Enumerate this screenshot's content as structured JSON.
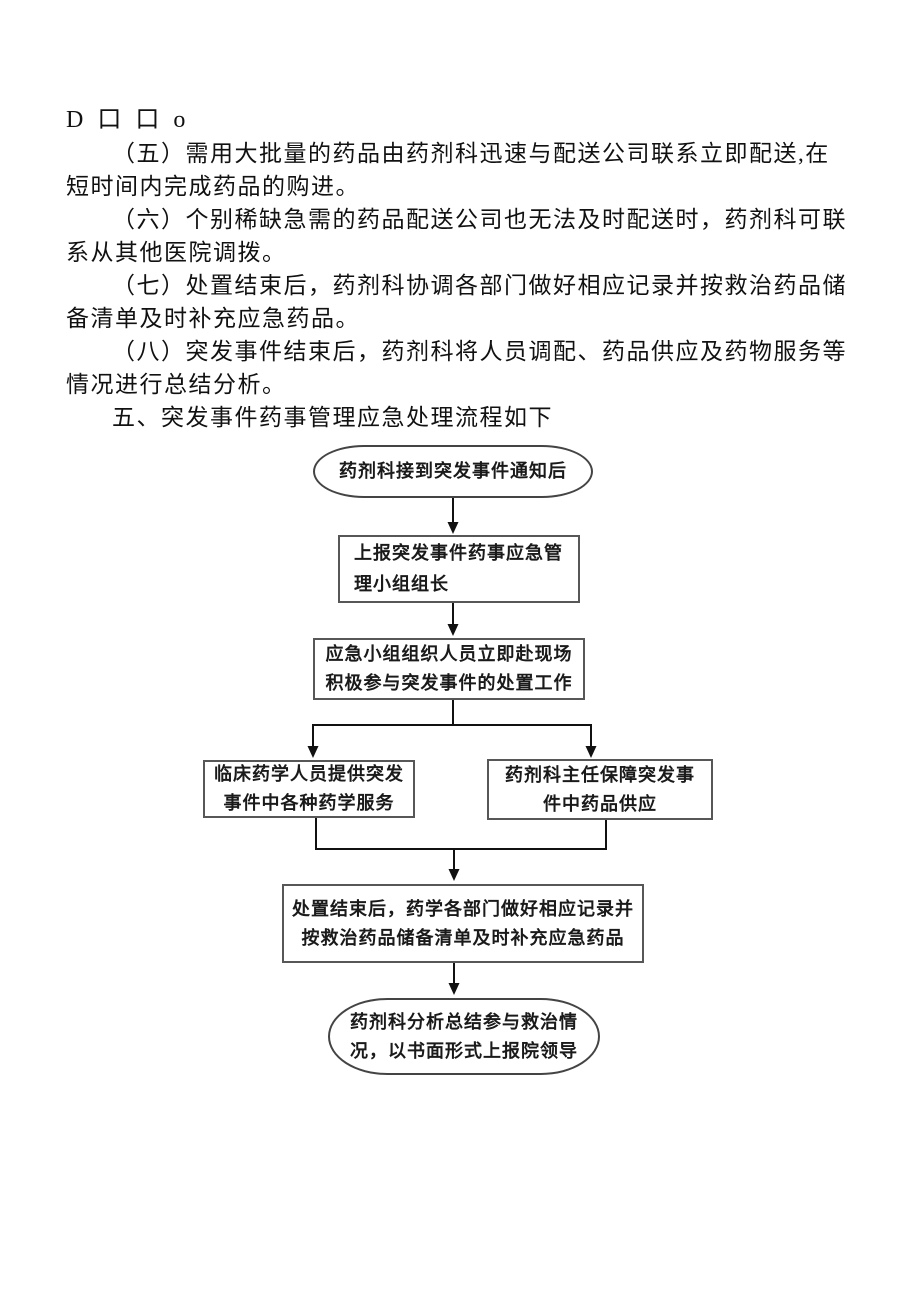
{
  "colors": {
    "background": "#ffffff",
    "text": "#111111",
    "connector_line": "#111111",
    "box_border": "#575757"
  },
  "document": {
    "stray_line": "D 口 口 o",
    "paragraphs": [
      "（五）需用大批量的药品由药剂科迅速与配送公司联系立即配送,在\n短时间内完成药品的购进。",
      "（六）个别稀缺急需的药品配送公司也无法及时配送时，药剂科可联\n系从其他医院调拨。",
      "（七）处置结束后，药剂科协调各部门做好相应记录并按救治药品储\n备清单及时补充应急药品。",
      "（八）突发事件结束后，药剂科将人员调配、药品供应及药物服务等\n情况进行总结分析。"
    ],
    "flow_heading": "五、突发事件药事管理应急处理流程如下"
  },
  "flowchart": {
    "nodes": [
      {
        "id": "start",
        "shape": "ellipse",
        "text": "药剂科接到突发事件通知后"
      },
      {
        "id": "report",
        "shape": "rect",
        "text": "上报突发事件药事应急管\n理小组组长"
      },
      {
        "id": "dispatch",
        "shape": "rect",
        "text": "应急小组组织人员立即赴现场\n积极参与突发事件的处置工作"
      },
      {
        "id": "clinical",
        "shape": "rect",
        "text": "临床药学人员提供突发\n事件中各种药学服务"
      },
      {
        "id": "director",
        "shape": "rect",
        "text": "药剂科主任保障突发事\n件中药品供应"
      },
      {
        "id": "record",
        "shape": "rect",
        "text": "处置结束后，药学各部门做好相应记录并\n按救治药品储备清单及时补充应急药品"
      },
      {
        "id": "end",
        "shape": "ellipse",
        "text": "药剂科分析总结参与救治情\n况，以书面形式上报院领导"
      }
    ]
  }
}
